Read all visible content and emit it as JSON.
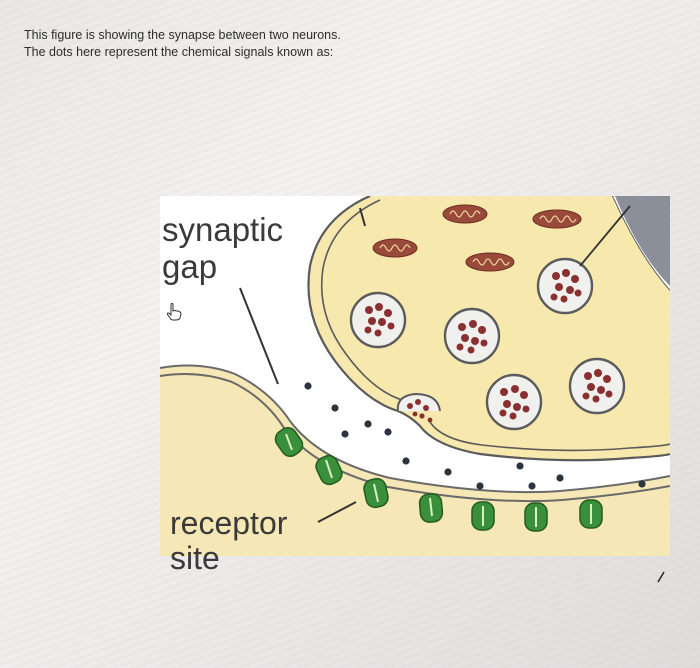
{
  "question": {
    "line1": "This figure is showing the synapse between two neurons.",
    "line2": "The dots here represent the chemical signals known as:"
  },
  "figure": {
    "labels": {
      "synaptic_gap_line1": "synaptic",
      "synaptic_gap_line2": "gap",
      "receptor_line1": "receptor",
      "receptor_line2": "site"
    },
    "colors": {
      "terminal_fill": "#f7e8ae",
      "terminal_stroke": "#5b5b5b",
      "postsynaptic_fill": "#f6e7b6",
      "cleft": "#ffffff",
      "vesicle_fill": "#f0f0ee",
      "neurotransmitter": "#8b3030",
      "mitochondria": "#9a4a3a",
      "receptor_green": "#3a8f3a",
      "dots": "#2c3440"
    }
  },
  "icons": {
    "hand_cursor": "hand-pointer-icon"
  }
}
